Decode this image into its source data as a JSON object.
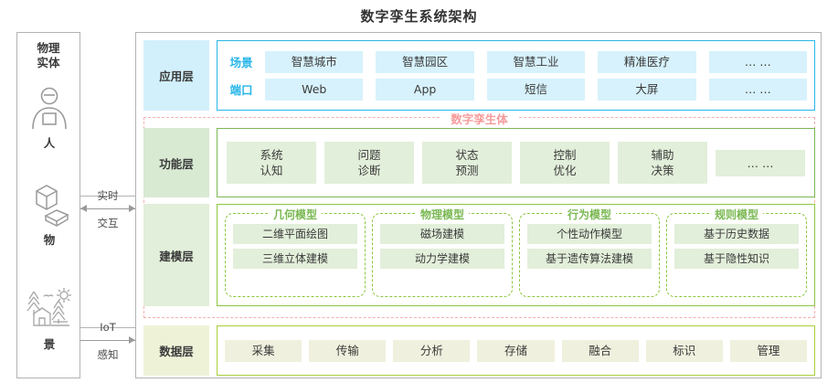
{
  "title": "数字孪生系统架构",
  "physical": {
    "panel_title_line1": "物理",
    "panel_title_line2": "实体",
    "items": [
      {
        "icon": "person-icon",
        "label": "人"
      },
      {
        "icon": "objects-icon",
        "label": "物"
      },
      {
        "icon": "landscape-icon",
        "label": "景"
      }
    ]
  },
  "connectors": [
    {
      "name": "realtime-interaction",
      "top_label": "实时",
      "bottom_label": "交互",
      "arrow": "bidirectional"
    },
    {
      "name": "iot-perception",
      "top_label": "IoT",
      "bottom_label": "感知",
      "arrow": "right"
    }
  ],
  "twin_container": {
    "title": "数字孪生体",
    "border_color": "#f6b0b0"
  },
  "layers": {
    "application": {
      "label": "应用层",
      "accent": "#29b6e8",
      "rows": [
        {
          "tag": "场景",
          "cells": [
            "智慧城市",
            "智慧园区",
            "智慧工业",
            "精准医疗",
            "… …"
          ]
        },
        {
          "tag": "端口",
          "cells": [
            "Web",
            "App",
            "短信",
            "大屏",
            "… …"
          ]
        }
      ]
    },
    "function": {
      "label": "功能层",
      "accent": "#7ab852",
      "cells": [
        "系统\n认知",
        "问题\n诊断",
        "状态\n预测",
        "控制\n优化",
        "辅助\n决策",
        "… …"
      ],
      "cells_split": [
        [
          "系统",
          "认知"
        ],
        [
          "问题",
          "诊断"
        ],
        [
          "状态",
          "预测"
        ],
        [
          "控制",
          "优化"
        ],
        [
          "辅助",
          "决策"
        ],
        [
          "… …",
          ""
        ]
      ]
    },
    "modeling": {
      "label": "建模层",
      "accent": "#8cc63f",
      "groups": [
        {
          "title": "几何模型",
          "items": [
            "二维平面绘图",
            "三维立体建模"
          ]
        },
        {
          "title": "物理模型",
          "items": [
            "磁场建模",
            "动力学建模"
          ]
        },
        {
          "title": "行为模型",
          "items": [
            "个性动作模型",
            "基于遗传算法建模"
          ]
        },
        {
          "title": "规则模型",
          "items": [
            "基于历史数据",
            "基于隐性知识"
          ]
        }
      ]
    },
    "data": {
      "label": "数据层",
      "accent": "#aacf3a",
      "cells": [
        "采集",
        "传输",
        "分析",
        "存储",
        "融合",
        "标识",
        "管理"
      ]
    }
  }
}
